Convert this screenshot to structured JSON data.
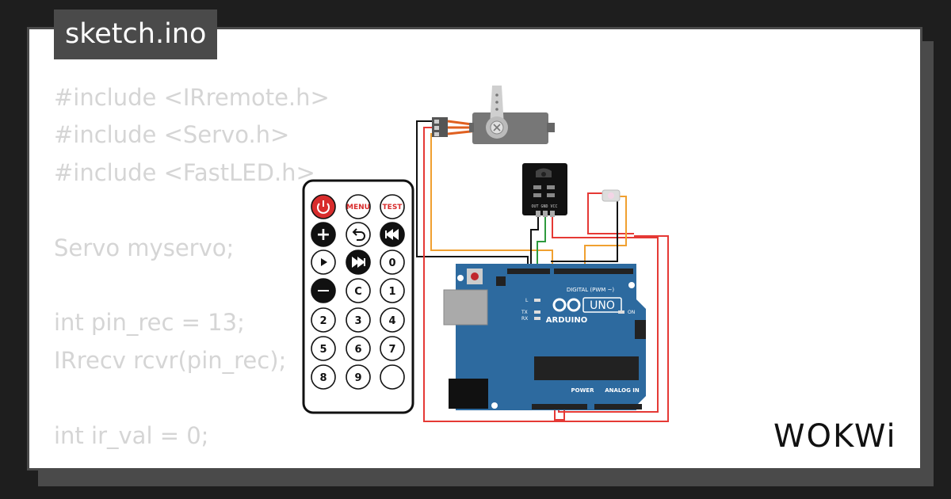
{
  "file_tab": {
    "label": "sketch.ino"
  },
  "code_lines": [
    "#include <IRremote.h>",
    "#include <Servo.h>",
    "#include <FastLED.h>",
    "",
    "Servo myservo;",
    "",
    "int pin_rec = 13;",
    "IRrecv rcvr(pin_rec);",
    "",
    "int ir_val = 0;"
  ],
  "remote": {
    "buttons": [
      "",
      "MENU",
      "TEST",
      "+",
      "",
      "",
      "",
      "",
      "0",
      "",
      "C",
      "1",
      "2",
      "3",
      "4",
      "5",
      "6",
      "7",
      "8",
      "9"
    ]
  },
  "board": {
    "model": "UNO",
    "brand": "ARDUINO",
    "labels": {
      "digital": "DIGITAL (PWM ~)",
      "power": "POWER",
      "analog": "ANALOG IN",
      "led_l": "L",
      "led_tx": "TX",
      "led_rx": "RX",
      "on": "ON"
    }
  },
  "logo": {
    "text": "WOKWi"
  },
  "colors": {
    "background": "#1e1e1e",
    "card": "#ffffff",
    "tab": "#4a4a4a",
    "code_text": "#d5d5d5",
    "board": "#2d6a9f",
    "wire_red": "#e53935",
    "wire_orange": "#f0a030",
    "wire_black": "#111111",
    "wire_green": "#2e9a3e",
    "power_button": "#d82c2c"
  }
}
